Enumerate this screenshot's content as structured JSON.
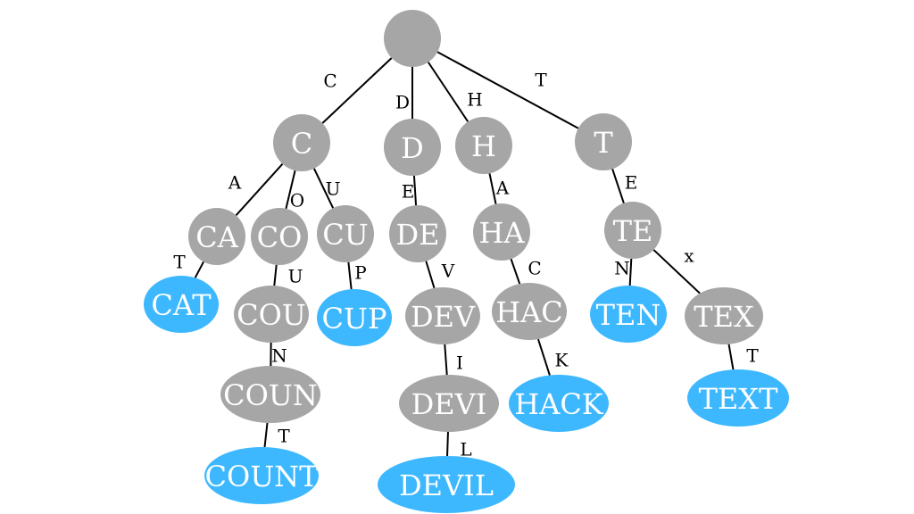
{
  "diagram": {
    "type": "trie",
    "colors": {
      "internal_node": "#a6a6a6",
      "word_node": "#3db8ff",
      "edge": "#000000",
      "node_text": "#ffffff"
    },
    "nodes": [
      {
        "id": "root",
        "label": "",
        "word": false
      },
      {
        "id": "C",
        "label": "C",
        "word": false
      },
      {
        "id": "D",
        "label": "D",
        "word": false
      },
      {
        "id": "H",
        "label": "H",
        "word": false
      },
      {
        "id": "T",
        "label": "T",
        "word": false
      },
      {
        "id": "CA",
        "label": "CA",
        "word": false
      },
      {
        "id": "CO",
        "label": "CO",
        "word": false
      },
      {
        "id": "CU",
        "label": "CU",
        "word": false
      },
      {
        "id": "DE",
        "label": "DE",
        "word": false
      },
      {
        "id": "HA",
        "label": "HA",
        "word": false
      },
      {
        "id": "TE",
        "label": "TE",
        "word": false
      },
      {
        "id": "CAT",
        "label": "CAT",
        "word": true
      },
      {
        "id": "COU",
        "label": "COU",
        "word": false
      },
      {
        "id": "CUP",
        "label": "CUP",
        "word": true
      },
      {
        "id": "DEV",
        "label": "DEV",
        "word": false
      },
      {
        "id": "HAC",
        "label": "HAC",
        "word": false
      },
      {
        "id": "TEN",
        "label": "TEN",
        "word": true
      },
      {
        "id": "TEX",
        "label": "TEX",
        "word": false
      },
      {
        "id": "COUN",
        "label": "COUN",
        "word": false
      },
      {
        "id": "DEVI",
        "label": "DEVI",
        "word": false
      },
      {
        "id": "HACK",
        "label": "HACK",
        "word": true
      },
      {
        "id": "TEXT",
        "label": "TEXT",
        "word": true
      },
      {
        "id": "COUNT",
        "label": "COUNT",
        "word": true
      },
      {
        "id": "DEVIL",
        "label": "DEVIL",
        "word": true
      }
    ],
    "edges": [
      {
        "from": "root",
        "to": "C",
        "label": "C"
      },
      {
        "from": "root",
        "to": "D",
        "label": "D"
      },
      {
        "from": "root",
        "to": "H",
        "label": "H"
      },
      {
        "from": "root",
        "to": "T",
        "label": "T"
      },
      {
        "from": "C",
        "to": "CA",
        "label": "A"
      },
      {
        "from": "C",
        "to": "CO",
        "label": "O"
      },
      {
        "from": "C",
        "to": "CU",
        "label": "U"
      },
      {
        "from": "D",
        "to": "DE",
        "label": "E"
      },
      {
        "from": "H",
        "to": "HA",
        "label": "A"
      },
      {
        "from": "T",
        "to": "TE",
        "label": "E"
      },
      {
        "from": "CA",
        "to": "CAT",
        "label": "T"
      },
      {
        "from": "CO",
        "to": "COU",
        "label": "U"
      },
      {
        "from": "CU",
        "to": "CUP",
        "label": "P"
      },
      {
        "from": "DE",
        "to": "DEV",
        "label": "V"
      },
      {
        "from": "HA",
        "to": "HAC",
        "label": "C"
      },
      {
        "from": "TE",
        "to": "TEN",
        "label": "N"
      },
      {
        "from": "TE",
        "to": "TEX",
        "label": "x"
      },
      {
        "from": "COU",
        "to": "COUN",
        "label": "N"
      },
      {
        "from": "DEV",
        "to": "DEVI",
        "label": "I"
      },
      {
        "from": "HAC",
        "to": "HACK",
        "label": "K"
      },
      {
        "from": "TEX",
        "to": "TEXT",
        "label": "T"
      },
      {
        "from": "COUN",
        "to": "COUNT",
        "label": "T"
      },
      {
        "from": "DEVI",
        "to": "DEVIL",
        "label": "L"
      }
    ]
  }
}
